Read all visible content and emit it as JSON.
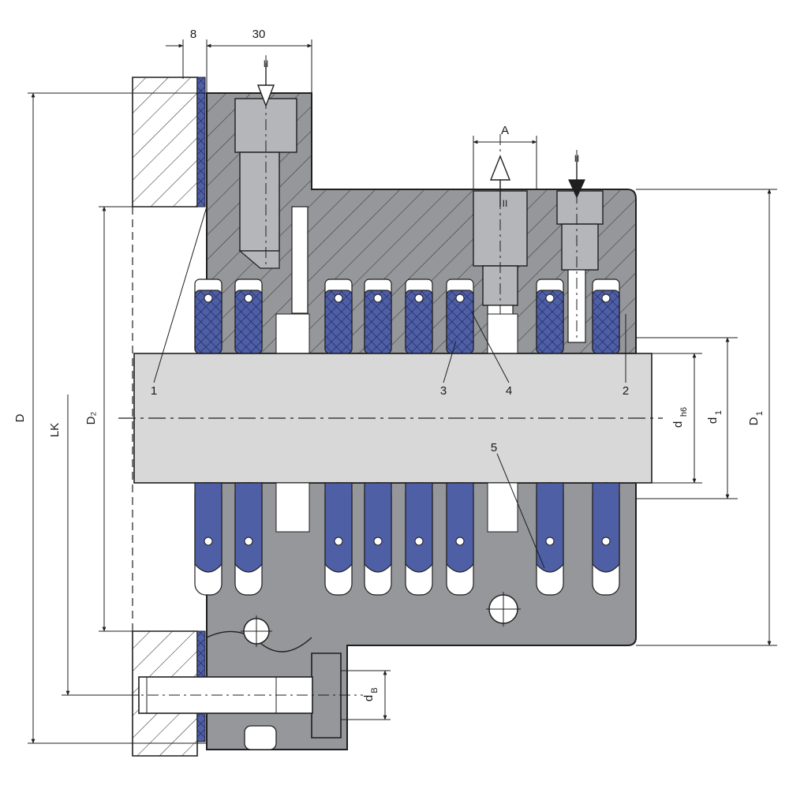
{
  "dimensions": {
    "flange_width": "8",
    "housing_length": "30",
    "port_spacing": "A",
    "outer_diameter": "D",
    "bolt_circle": "LK",
    "spigot_diameter": "D₂",
    "shaft_diameter": "d",
    "shaft_tolerance": "h6",
    "bore_diameter": "d",
    "bore_sub": "1",
    "housing_diameter": "D",
    "housing_sub": "1",
    "bolt_diameter": "d",
    "bolt_sub": "B"
  },
  "callouts": [
    "1",
    "2",
    "3",
    "4",
    "5"
  ],
  "ports": {
    "inlet_left": "II",
    "outlet_middle": "II",
    "inlet_right": "II"
  },
  "colors": {
    "housing": "#95979b",
    "shaft": "#d8d8d8",
    "seal": "#4f5fa6",
    "seal_mesh": "#2c3a7a",
    "line": "#1f1f1f"
  }
}
